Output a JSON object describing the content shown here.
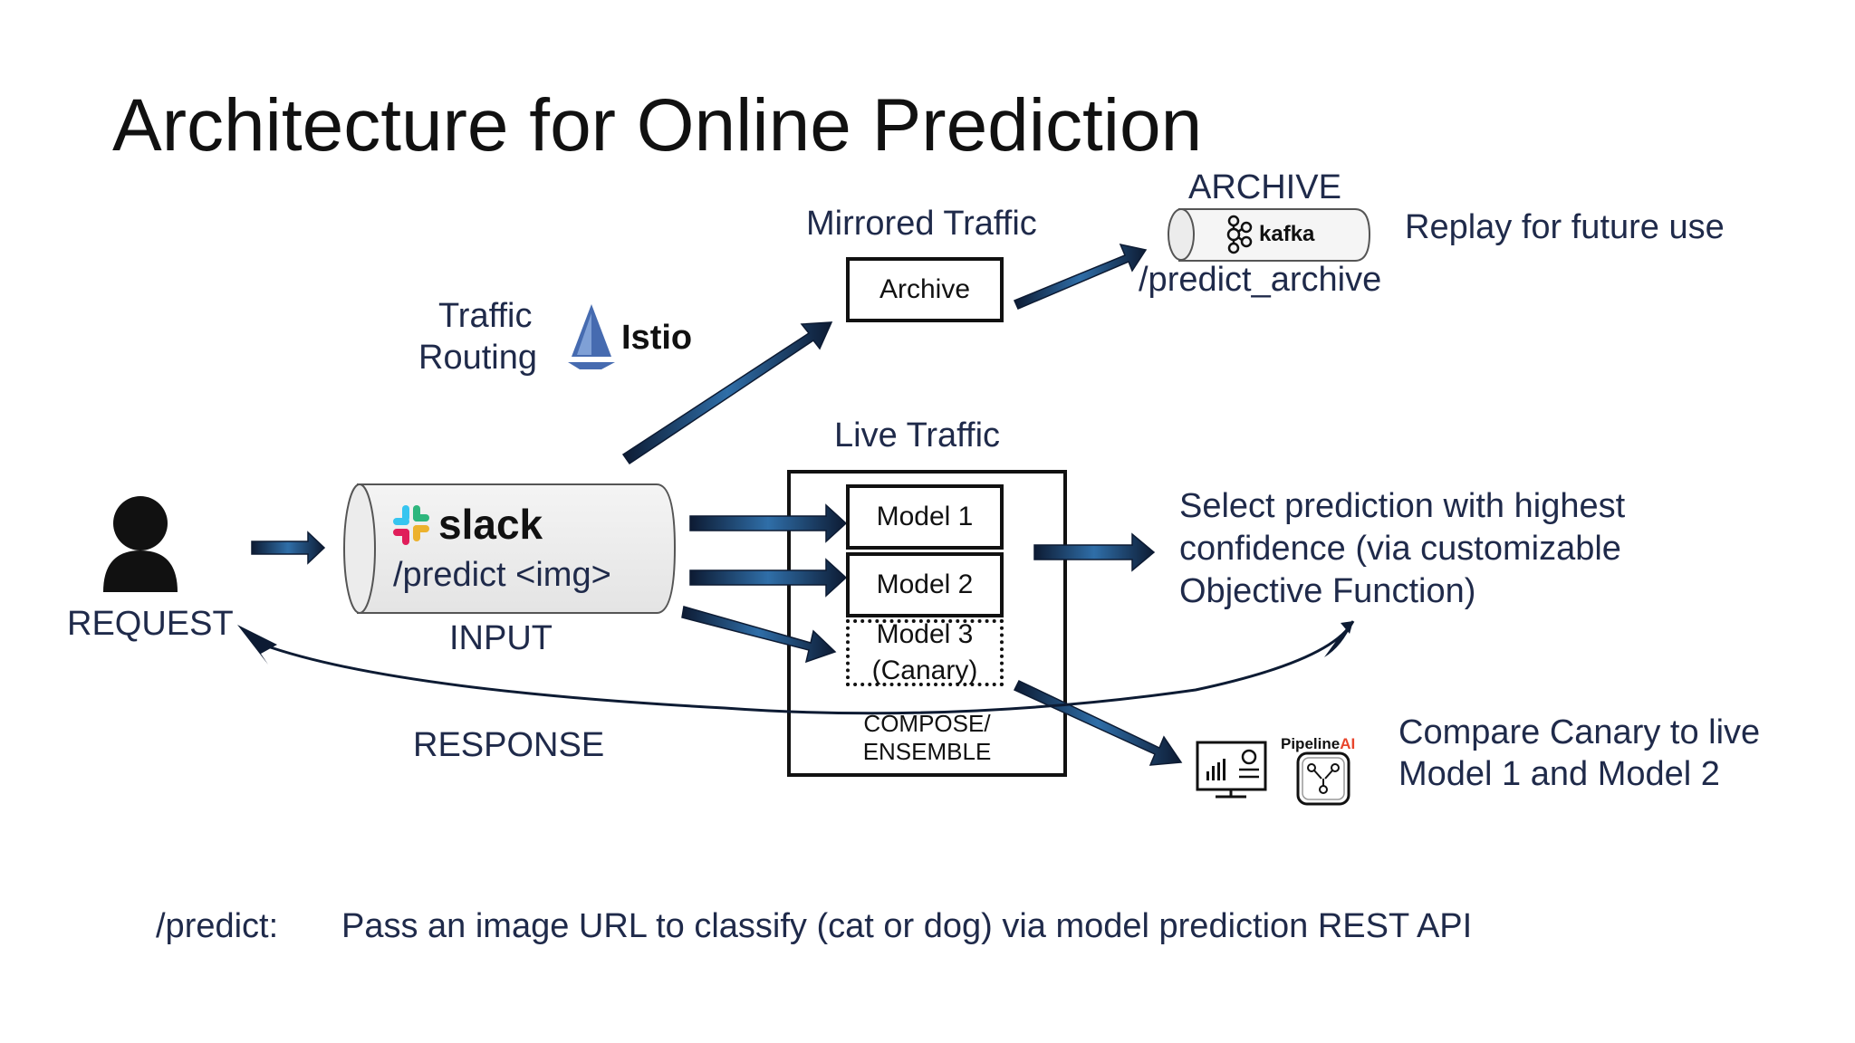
{
  "title": "Architecture for Online Prediction",
  "request": {
    "label": "REQUEST",
    "response_label": "RESPONSE"
  },
  "input": {
    "brand": "slack",
    "endpoint": "/predict <img>",
    "label": "INPUT"
  },
  "routing": {
    "label_line1": "Traffic",
    "label_line2": "Routing",
    "brand": "Istio"
  },
  "mirrored": {
    "label": "Mirrored Traffic",
    "box_label": "Archive"
  },
  "archive": {
    "label": "ARCHIVE",
    "brand": "kafka",
    "endpoint": "/predict_archive",
    "note": "Replay for future use"
  },
  "live": {
    "label": "Live Traffic",
    "models": [
      "Model 1",
      "Model 2"
    ],
    "canary_line1": "Model 3",
    "canary_line2": "(Canary)",
    "compose_line1": "COMPOSE/",
    "compose_line2": "ENSEMBLE"
  },
  "select_note": {
    "line1": "Select prediction with highest",
    "line2": "confidence (via customizable",
    "line3": "Objective Function)"
  },
  "compare": {
    "brand_prefix": "Pipeline",
    "brand_suffix": "AI",
    "line1": "Compare Canary to live",
    "line2": "Model 1 and Model 2"
  },
  "footer": {
    "key": "/predict:",
    "text": "Pass an image URL to classify (cat or dog) via model prediction REST API"
  },
  "colors": {
    "title": "#111111",
    "label": "#1f2a4a",
    "arrow_dark": "#0d1b33",
    "arrow_light": "#2f6ea8",
    "slack_blue": "#36c5f0",
    "slack_green": "#2eb67d",
    "slack_yellow": "#ecb22e",
    "slack_red": "#e01e5a",
    "istio_blue": "#466bb0",
    "pipeline_red": "#e8452c"
  }
}
